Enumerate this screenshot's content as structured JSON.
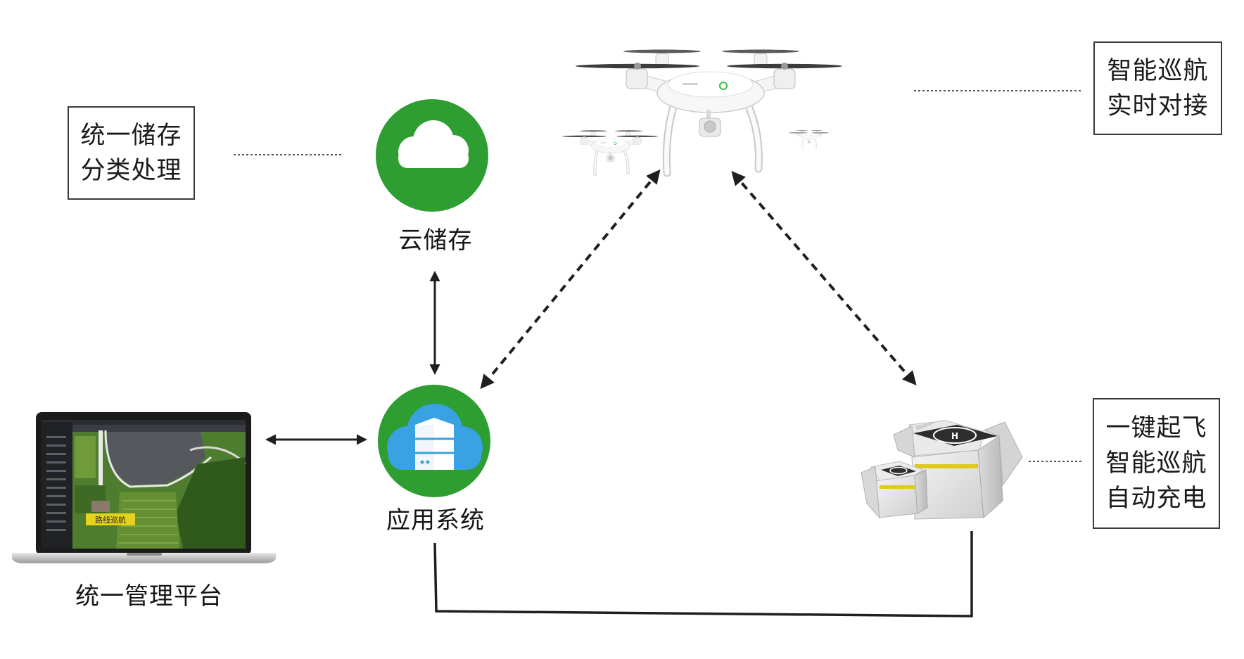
{
  "boxes": {
    "storage": {
      "line1": "统一储存",
      "line2": "分类处理"
    },
    "cruise": {
      "line1": "智能巡航",
      "line2": "实时对接"
    },
    "dock": {
      "line1": "一键起飞",
      "line2": "智能巡航",
      "line3": "自动充电"
    }
  },
  "nodes": {
    "cloud": {
      "label": "云储存",
      "icon": "cloud-icon"
    },
    "app": {
      "label": "应用系统",
      "icon": "server-icon"
    },
    "platform": {
      "label": "统一管理平台",
      "icon": "laptop-icon",
      "screen_banner": "路线巡航"
    },
    "drone": {
      "icon": "drone-icon"
    },
    "dock": {
      "icon": "drone-dock-icon"
    }
  },
  "colors": {
    "node_green": "#2e9e33",
    "cloud_blue": "#39a2e2",
    "line": "#1f1f1f",
    "banner_yellow": "#e6d21a"
  }
}
